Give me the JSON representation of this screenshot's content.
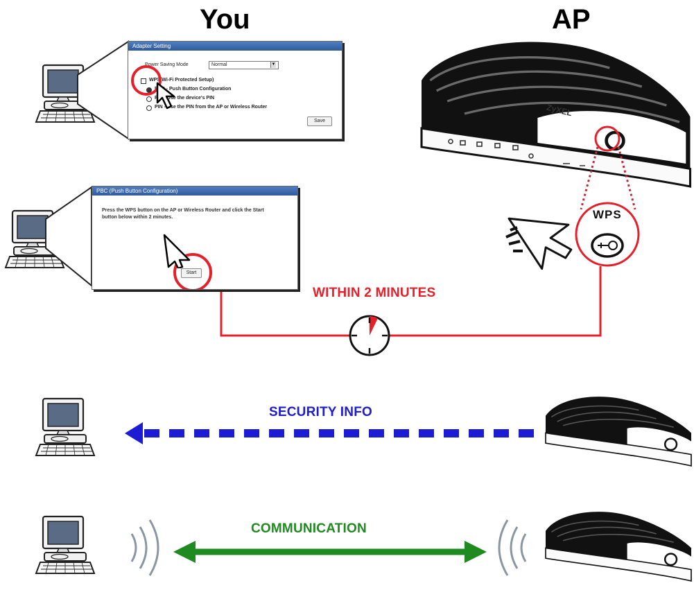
{
  "headings": {
    "you": "You",
    "ap": "AP"
  },
  "screen1": {
    "title": "Adapter Setting",
    "mode_label": "Power Saving Mode",
    "mode_value": "Normal",
    "wps_label": "WPS(Wi-Fi Protected Setup)",
    "pbc_label": "PBC - Push Button Configuration",
    "pin_label": "PIN - Use the device's PIN",
    "pin2_label": "PIN - Use the PIN from the AP or Wireless Router",
    "save_label": "Save"
  },
  "screen2": {
    "title": "PBC (Push Button Configuration)",
    "instruction": "Press the WPS button on the AP or Wireless Router and click the Start button below within 2 minutes.",
    "start_label": "Start"
  },
  "device": {
    "brand": "ZyXEL",
    "wps_label": "WPS"
  },
  "labels": {
    "within": "WITHIN 2 MINUTES",
    "security": "SECURITY INFO",
    "communication": "COMMUNICATION"
  },
  "colors": {
    "red": "#e5202a",
    "blue": "#1c1cd4",
    "green": "#1f8a1f"
  }
}
